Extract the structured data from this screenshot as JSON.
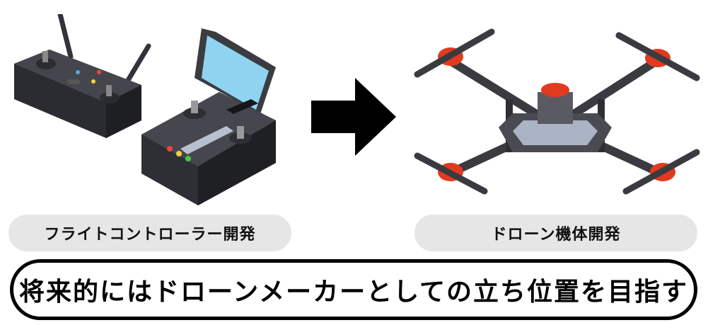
{
  "labels": {
    "left": "フライトコントローラー開発",
    "right": "ドローン機体開発"
  },
  "goal": "将来的にはドローンメーカーとしての立ち位置を目指す",
  "colors": {
    "device_body": "#3a3a3f",
    "screen": "#8fd3f0",
    "propeller_hub": "#e23a1f",
    "arrow": "#000000",
    "pill_bg": "#e6e6e6"
  },
  "icons": [
    "remote-controller-icon",
    "ground-station-controller-icon",
    "arrow-right-icon",
    "drone-icon"
  ]
}
